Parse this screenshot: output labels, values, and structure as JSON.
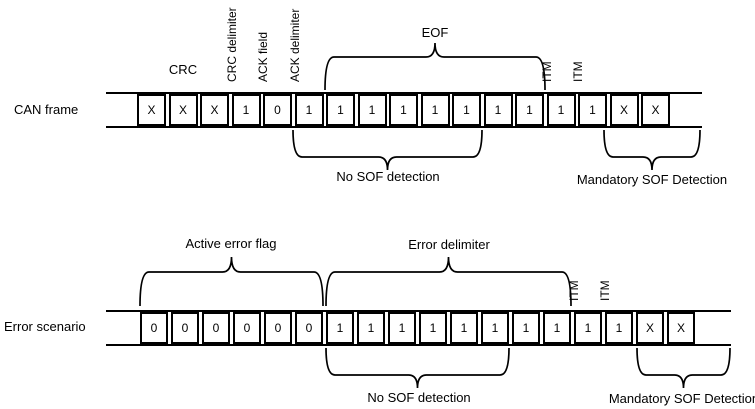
{
  "rows": [
    {
      "label": "CAN frame",
      "cells": [
        "X",
        "X",
        "X",
        "1",
        "0",
        "1",
        "1",
        "1",
        "1",
        "1",
        "1",
        "1",
        "1",
        "1",
        "1",
        "X",
        "X"
      ],
      "field_labels": {
        "crc": "CRC",
        "crc_delimiter": "CRC delimiter",
        "ack_field": "ACK field",
        "ack_delimiter": "ACK delimiter",
        "eof": "EOF",
        "itm_1": "ITM",
        "itm_2": "ITM"
      },
      "annotations": {
        "no_sof": "No SOF detection",
        "mandatory_sof": "Mandatory SOF Detection"
      }
    },
    {
      "label": "Error scenario",
      "cells": [
        "0",
        "0",
        "0",
        "0",
        "0",
        "0",
        "1",
        "1",
        "1",
        "1",
        "1",
        "1",
        "1",
        "1",
        "1",
        "1",
        "X",
        "X"
      ],
      "field_labels": {
        "active_error_flag": "Active error flag",
        "error_delimiter": "Error delimiter",
        "itm_1": "ITM",
        "itm_2": "ITM"
      },
      "annotations": {
        "no_sof": "No SOF detection",
        "mandatory_sof": "Mandatory SOF Detection"
      }
    }
  ],
  "colors": {
    "line": "#000000",
    "text": "#000000",
    "background": "#ffffff"
  }
}
